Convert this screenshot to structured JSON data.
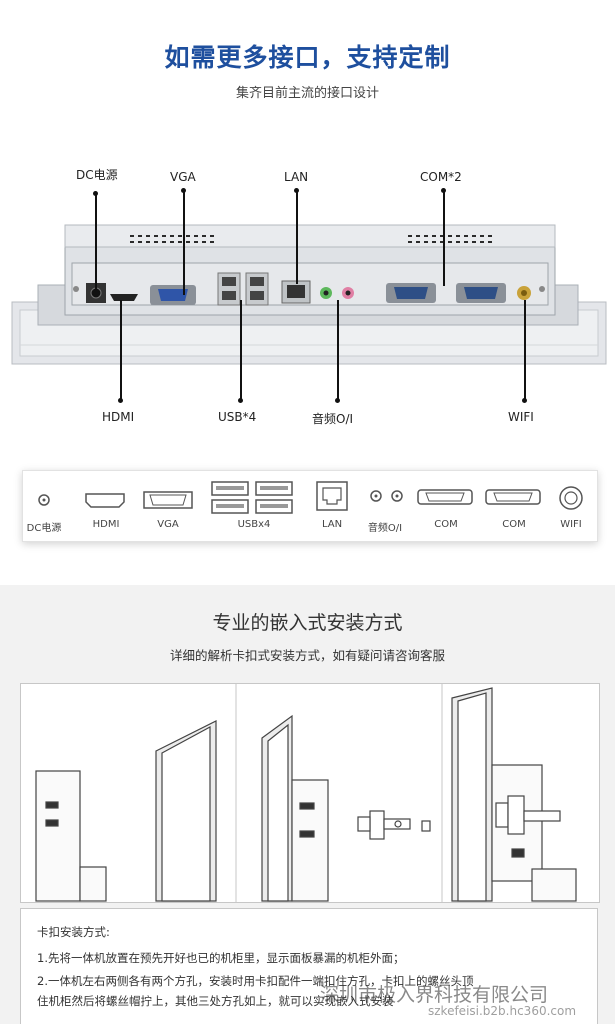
{
  "section1": {
    "title": "如需更多接口，支持定制",
    "subtitle": "集齐目前主流的接口设计",
    "top_labels": {
      "dc": "DC电源",
      "vga": "VGA",
      "lan": "LAN",
      "com2": "COM*2"
    },
    "bottom_labels": {
      "hdmi": "HDMI",
      "usb4": "USB*4",
      "audio": "音频O/I",
      "wifi": "WIFI"
    }
  },
  "icon_strip": [
    "DC电源",
    "HDMI",
    "VGA",
    "USBx4",
    "LAN",
    "音频O/I",
    "COM",
    "COM",
    "WIFI"
  ],
  "section2": {
    "title": "专业的嵌入式安装方式",
    "subtitle": "详细的解析卡扣式安装方式，如有疑问请咨询客服",
    "notes_title": "卡扣安装方式:",
    "note1": "1.先将一体机放置在预先开好也已的机柜里，显示面板暴漏的机柜外面；",
    "note2_line1": "2.一体机左右两侧各有两个方孔，安装时用卡扣配件一端扣住方孔，卡扣上的螺丝头顶",
    "note2_line2": "住机柜然后将螺丝帽拧上，其他三处方孔如上，就可以实现嵌入式安装"
  },
  "watermark": {
    "company": "深圳市极入界科技有限公司",
    "domain": "szkefeisi.b2b.hc360.com"
  }
}
